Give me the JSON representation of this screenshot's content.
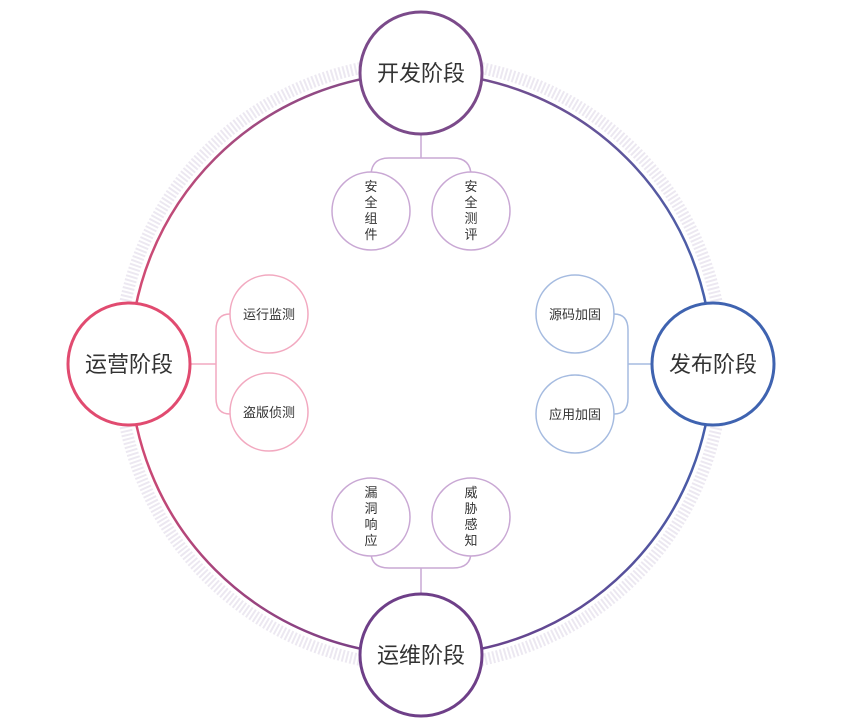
{
  "colors": {
    "dev": "#7b4a8a",
    "release": "#3f63b0",
    "ops_main": "#6e3f88",
    "operate": "#e14b70",
    "halo": "#e8e3ee",
    "text": "#333333",
    "sub_dev": "#c9a8d4",
    "sub_release": "#a5bbe0",
    "sub_operate": "#f2a9c0"
  },
  "stages": {
    "dev": {
      "label": "开发阶段"
    },
    "release": {
      "label": "发布阶段"
    },
    "maintain": {
      "label": "运维阶段"
    },
    "operate": {
      "label": "运营阶段"
    }
  },
  "subs": {
    "dev": [
      {
        "label": "安全组件",
        "chars": [
          "安",
          "全",
          "组",
          "件"
        ]
      },
      {
        "label": "安全测评",
        "chars": [
          "安",
          "全",
          "测",
          "评"
        ]
      }
    ],
    "release": [
      {
        "label": "源码加固"
      },
      {
        "label": "应用加固"
      }
    ],
    "maintain": [
      {
        "label": "漏洞响应",
        "chars": [
          "漏",
          "洞",
          "响",
          "应"
        ]
      },
      {
        "label": "威胁感知",
        "chars": [
          "威",
          "胁",
          "感",
          "知"
        ]
      }
    ],
    "operate": [
      {
        "label": "运行监测"
      },
      {
        "label": "盗版侦测"
      }
    ]
  }
}
